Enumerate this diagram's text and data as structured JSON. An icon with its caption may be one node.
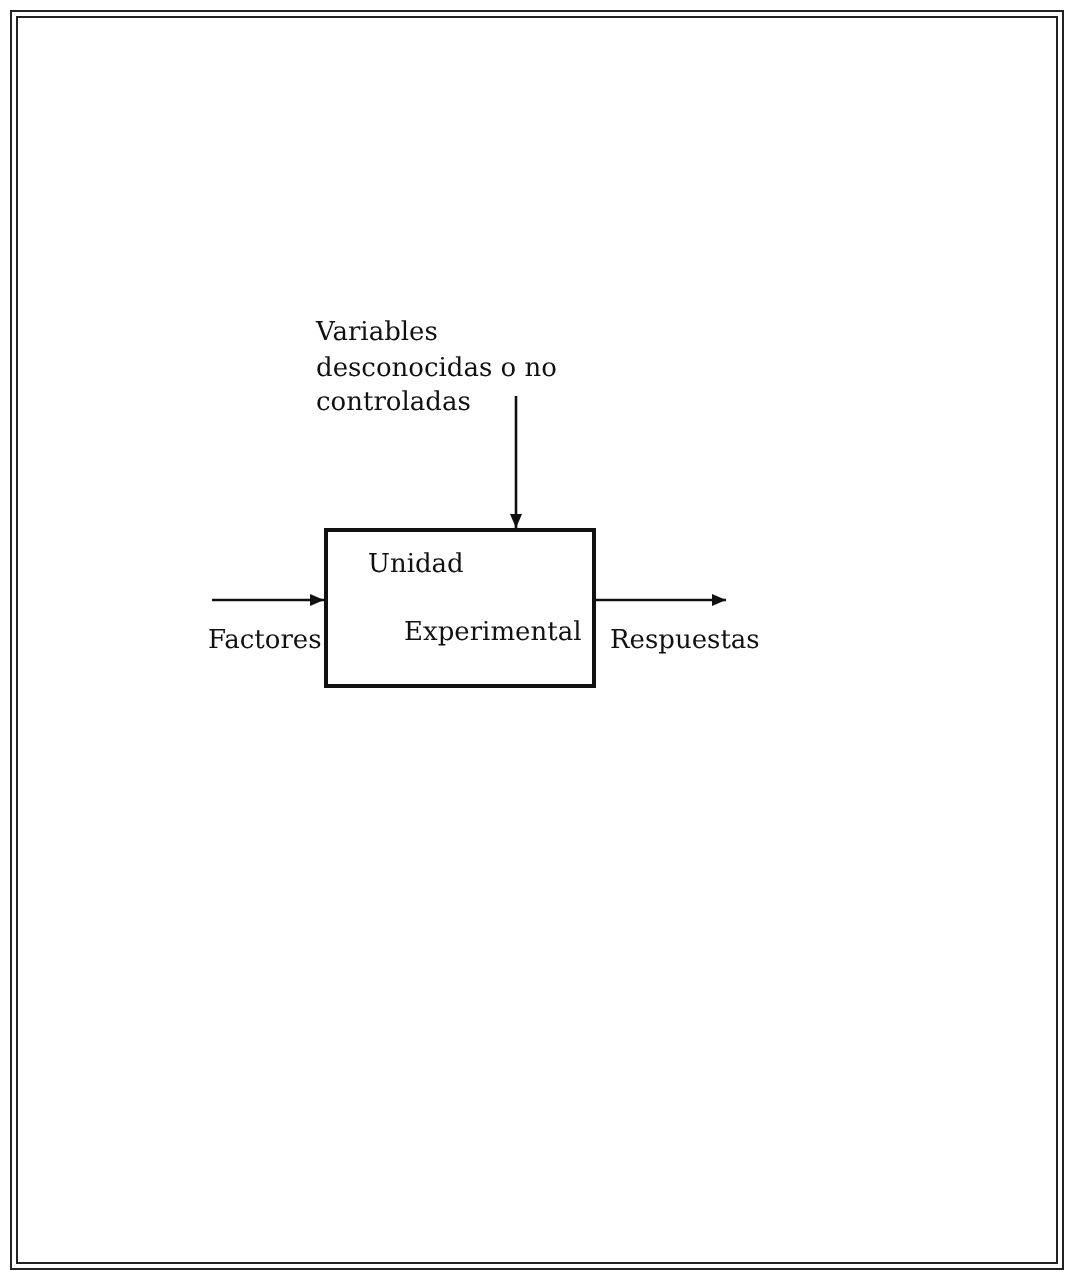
{
  "diagram": {
    "nodes": [
      {
        "text": [
          "Variables desconocidas o no controladas"
        ]
      },
      {
        "text": [
          "Unidad",
          "Experimental"
        ]
      },
      {
        "text": [
          "Factores"
        ]
      },
      {
        "text": [
          "Respuestas"
        ]
      }
    ],
    "edges": [
      {
        "from": 0,
        "to": 1,
        "arrow": "to"
      },
      {
        "from": 2,
        "to": 1,
        "arrow": "to"
      },
      {
        "from": 1,
        "to": 3,
        "arrow": "to"
      }
    ]
  }
}
